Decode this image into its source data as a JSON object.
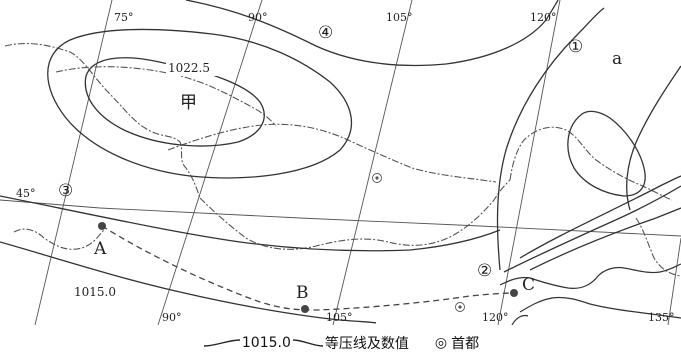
{
  "longitudes": {
    "lon75": "75°",
    "lon90a": "90°",
    "lon105a": "105°",
    "lon120a": "120°",
    "lon90b": "90°",
    "lon105b": "105°",
    "lon120b": "120°",
    "lon135b": "135°"
  },
  "latitude": "45°",
  "isobar_values": {
    "high": "1022.5",
    "low": "1015.0"
  },
  "markers": {
    "m1": "①",
    "m2": "②",
    "m3": "③",
    "m4": "④"
  },
  "places": {
    "a": "a",
    "jia": "甲",
    "A": "A",
    "B": "B",
    "C": "C"
  },
  "legend": {
    "isobar_value": "1015.0",
    "isobar_text": "等压线及数值",
    "capital_symbol": "◎",
    "capital_text": "首都"
  }
}
